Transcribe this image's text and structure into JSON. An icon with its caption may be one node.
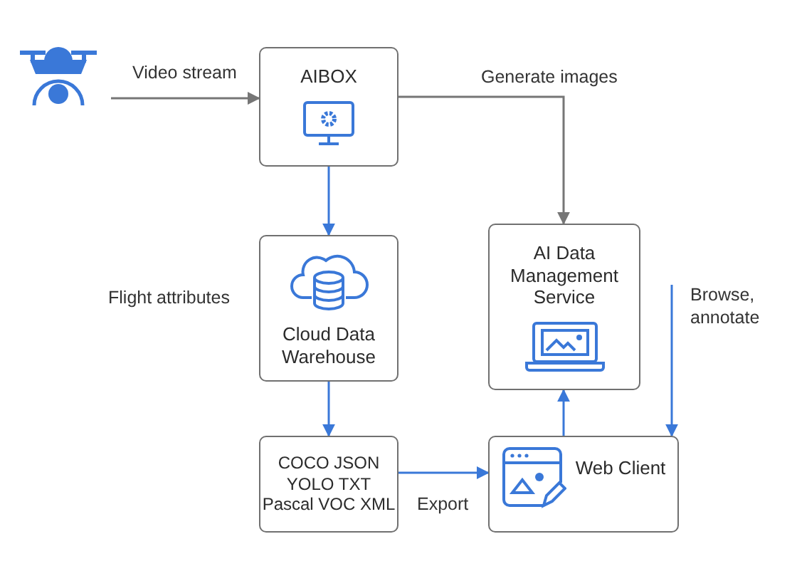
{
  "diagram": {
    "nodes": [
      {
        "text": [],
        "shape": "drone"
      },
      {
        "text": [
          "AIBOX"
        ]
      },
      {
        "text": [
          "Cloud Data Warehouse"
        ]
      },
      {
        "text": [
          "COCO JSON YOLO TXT Pascal VOC XML"
        ]
      },
      {
        "text": [
          "AI Data Management Service"
        ]
      },
      {
        "text": [
          "Web Client"
        ]
      }
    ],
    "edges": [
      {
        "from": 0,
        "to": 1,
        "arrow": "to",
        "label": "Video stream",
        "color": "#767676"
      },
      {
        "from": 1,
        "to": 2,
        "arrow": "to"
      },
      {
        "from": 1,
        "to": 4,
        "arrow": "to",
        "label": "Generate images",
        "color": "#767676"
      },
      {
        "from": 2,
        "to": 3,
        "arrow": "to"
      },
      {
        "from": 3,
        "to": 5,
        "arrow": "to",
        "label": "Export"
      },
      {
        "from": 5,
        "to": 4,
        "arrow": "to"
      },
      {
        "from": null,
        "to": 5,
        "arrow": "to",
        "label": "Browse, annotate"
      }
    ],
    "labels": [
      "Flight attributes"
    ]
  }
}
